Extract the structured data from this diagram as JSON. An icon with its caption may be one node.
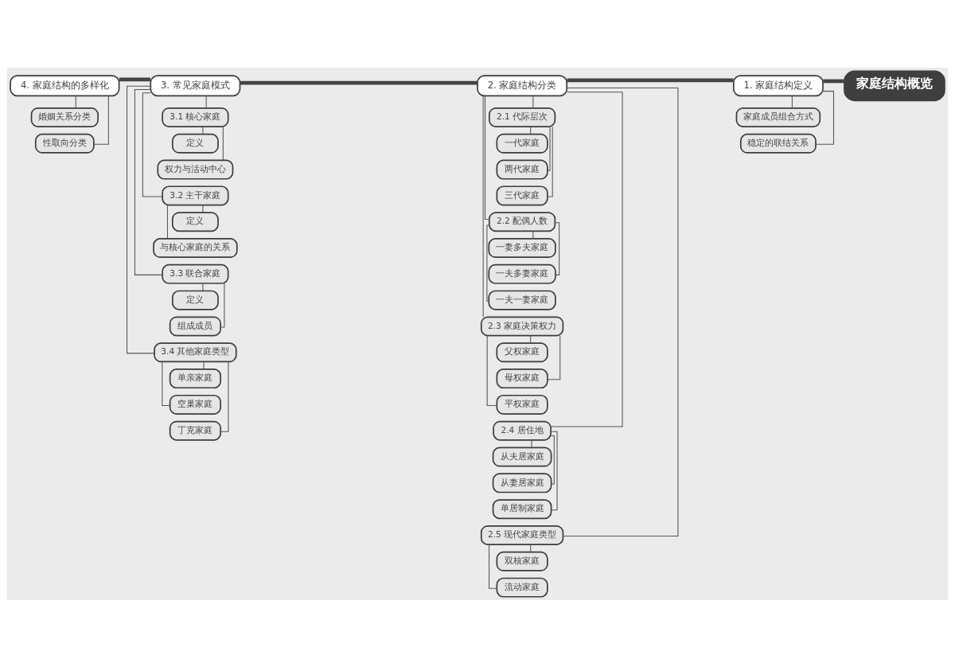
{
  "diagram": {
    "nodes": [
      {
        "text": [
          "家庭结构概览"
        ]
      },
      {
        "text": [
          "1. 家庭结构定义"
        ]
      },
      {
        "text": [
          "家庭成员组合方式"
        ]
      },
      {
        "text": [
          "稳定的联结关系"
        ]
      },
      {
        "text": [
          "2. 家庭结构分类"
        ]
      },
      {
        "text": [
          "2.1 代际层次"
        ]
      },
      {
        "text": [
          "一代家庭"
        ]
      },
      {
        "text": [
          "两代家庭"
        ]
      },
      {
        "text": [
          "三代家庭"
        ]
      },
      {
        "text": [
          "2.2 配偶人数"
        ]
      },
      {
        "text": [
          "一妻多夫家庭"
        ]
      },
      {
        "text": [
          "一夫多妻家庭"
        ]
      },
      {
        "text": [
          "一夫一妻家庭"
        ]
      },
      {
        "text": [
          "2.3 家庭决策权力"
        ]
      },
      {
        "text": [
          "父权家庭"
        ]
      },
      {
        "text": [
          "母权家庭"
        ]
      },
      {
        "text": [
          "平权家庭"
        ]
      },
      {
        "text": [
          "2.4 居住地"
        ]
      },
      {
        "text": [
          "从夫居家庭"
        ]
      },
      {
        "text": [
          "从妻居家庭"
        ]
      },
      {
        "text": [
          "单居制家庭"
        ]
      },
      {
        "text": [
          "2.5 现代家庭类型"
        ]
      },
      {
        "text": [
          "双核家庭"
        ]
      },
      {
        "text": [
          "流动家庭"
        ]
      },
      {
        "text": [
          "3. 常见家庭模式"
        ]
      },
      {
        "text": [
          "3.1 核心家庭"
        ]
      },
      {
        "text": [
          "定义"
        ]
      },
      {
        "text": [
          "权力与活动中心"
        ]
      },
      {
        "text": [
          "3.2 主干家庭"
        ]
      },
      {
        "text": [
          "定义"
        ]
      },
      {
        "text": [
          "与核心家庭的关系"
        ]
      },
      {
        "text": [
          "3.3 联合家庭"
        ]
      },
      {
        "text": [
          "定义"
        ]
      },
      {
        "text": [
          "组成成员"
        ]
      },
      {
        "text": [
          "3.4 其他家庭类型"
        ]
      },
      {
        "text": [
          "单亲家庭"
        ]
      },
      {
        "text": [
          "空巢家庭"
        ]
      },
      {
        "text": [
          "丁克家庭"
        ]
      },
      {
        "text": [
          "4. 家庭结构的多样化"
        ]
      },
      {
        "text": [
          "婚姻关系分类"
        ]
      },
      {
        "text": [
          "性取向分类"
        ]
      }
    ],
    "edges": [
      {
        "from": 0,
        "to": 1,
        "arrow": "none",
        "style": "thick"
      },
      {
        "from": 1,
        "to": 4,
        "arrow": "none",
        "style": "thick"
      },
      {
        "from": 4,
        "to": 24,
        "arrow": "none",
        "style": "thick"
      },
      {
        "from": 24,
        "to": 38,
        "arrow": "none",
        "style": "thick"
      },
      {
        "from": 1,
        "to": 2,
        "arrow": "none"
      },
      {
        "from": 1,
        "to": 3,
        "arrow": "none"
      },
      {
        "from": 4,
        "to": 5,
        "arrow": "none"
      },
      {
        "from": 5,
        "to": 6,
        "arrow": "none"
      },
      {
        "from": 5,
        "to": 7,
        "arrow": "none"
      },
      {
        "from": 5,
        "to": 8,
        "arrow": "none"
      },
      {
        "from": 4,
        "to": 9,
        "arrow": "none"
      },
      {
        "from": 9,
        "to": 10,
        "arrow": "none"
      },
      {
        "from": 9,
        "to": 11,
        "arrow": "none"
      },
      {
        "from": 9,
        "to": 12,
        "arrow": "none"
      },
      {
        "from": 4,
        "to": 13,
        "arrow": "none"
      },
      {
        "from": 13,
        "to": 14,
        "arrow": "none"
      },
      {
        "from": 13,
        "to": 15,
        "arrow": "none"
      },
      {
        "from": 13,
        "to": 16,
        "arrow": "none"
      },
      {
        "from": 4,
        "to": 17,
        "arrow": "none"
      },
      {
        "from": 17,
        "to": 18,
        "arrow": "none"
      },
      {
        "from": 17,
        "to": 19,
        "arrow": "none"
      },
      {
        "from": 17,
        "to": 20,
        "arrow": "none"
      },
      {
        "from": 4,
        "to": 21,
        "arrow": "none"
      },
      {
        "from": 21,
        "to": 22,
        "arrow": "none"
      },
      {
        "from": 21,
        "to": 23,
        "arrow": "none"
      },
      {
        "from": 24,
        "to": 25,
        "arrow": "none"
      },
      {
        "from": 25,
        "to": 26,
        "arrow": "none"
      },
      {
        "from": 25,
        "to": 27,
        "arrow": "none"
      },
      {
        "from": 24,
        "to": 28,
        "arrow": "none"
      },
      {
        "from": 28,
        "to": 29,
        "arrow": "none"
      },
      {
        "from": 28,
        "to": 30,
        "arrow": "none"
      },
      {
        "from": 24,
        "to": 31,
        "arrow": "none"
      },
      {
        "from": 31,
        "to": 32,
        "arrow": "none"
      },
      {
        "from": 31,
        "to": 33,
        "arrow": "none"
      },
      {
        "from": 24,
        "to": 34,
        "arrow": "none"
      },
      {
        "from": 34,
        "to": 35,
        "arrow": "none"
      },
      {
        "from": 34,
        "to": 36,
        "arrow": "none"
      },
      {
        "from": 34,
        "to": 37,
        "arrow": "none"
      },
      {
        "from": 38,
        "to": 39,
        "arrow": "none"
      },
      {
        "from": 38,
        "to": 40,
        "arrow": "none"
      }
    ]
  }
}
